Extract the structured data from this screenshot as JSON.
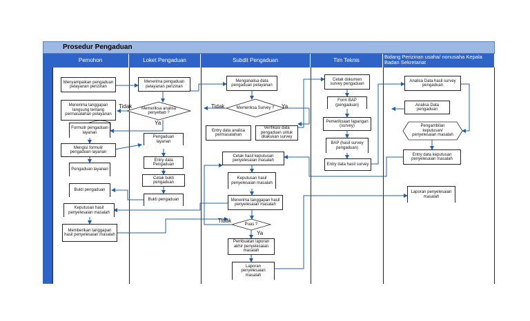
{
  "title": "Prosedur Pengaduan",
  "lanes": [
    "Pemohon",
    "Loket Pengaduan",
    "Subdit Pengaduan",
    "Tim Teknis",
    "Bidang Perizinan usaha/ nonusaha Kepala Badan Sekretariat"
  ],
  "nodes": {
    "menyampaikan": "Menyampaikan pengaduan pelayanan perizinan",
    "menerima_pengaduan": "Menerima pengaduan pelayanan perizinan",
    "memeriksa_analisa": "Memeriksa analisa penyebab ?",
    "menganalisa": "Menganalisa data pengaduan pelayanan",
    "memeriksa_survey": "Memeriksa Survey ?",
    "entry_analisa": "Entry data analisa permasalahan",
    "verifikasi": "Verifikasi data pengaduan untuk dilakukan survey",
    "cetak_survey": "Cetak dokumen survey pengaduan",
    "form_bap": "Form BAP (pengaduan)",
    "pemeriksaan": "Pemeriksaan lapangan (survey)",
    "bap": "BAP (hasil survey pengaduan)",
    "entry_survey": "Entry data hasil survey",
    "analisa_survey": "Analisa Data hasil survey pengaduan",
    "analisa_data": "Analisa Data pengaduan",
    "pengambilan": "Pengambilan keputusan/ penyelesaian masalah",
    "entry_keputusan": "Entry data keputusan penyelesaian masalah",
    "laporan_penyelesaian": "Laporan penyelesaian masalah",
    "menerima_tanggapan": "Menerima tanggapan langsung tentang permasalahan pelayanan",
    "formulir": "Formulir pengaduan layanan",
    "mengisi": "Mengisi formulir pengaduan layanan",
    "pengaduan_layanan_1": "Pengaduan layanan",
    "pengaduan_layanan_2": "Pengaduan layanan",
    "entry_pengaduan": "Entry data Pengaduan",
    "cetak_bukti": "Cetak bukti pengaduan",
    "bukti_1": "Bukti pengaduan",
    "bukti_2": "Bukti pengaduan",
    "keputusan_1": "Keputusan hasil penyelesaian masalah",
    "keputusan_2": "Keputusan hasil penyelesaian masalah",
    "cetak_keputusan": "Cetak hasil keputusan penyelesaian masalah",
    "menerima_tanggapan_penyelesaian": "Menerima tanggapan hasil penyelesaian masalah",
    "memberikan": "Memberikan tanggapan hasil penyelesaian masalah",
    "puas": "Puas ?",
    "pembuatan": "Pembuatan laporan akhir penyelesaian masalah",
    "laporan_akhir": "Laporan penyelesaian masalah"
  },
  "edge_labels": {
    "tidak_1": "Tidak",
    "ya_1": "Ya",
    "tidak_2": "Tidak",
    "ya_2": "Ya",
    "tidak_3": "Tidak",
    "ya_3": "Ya"
  }
}
